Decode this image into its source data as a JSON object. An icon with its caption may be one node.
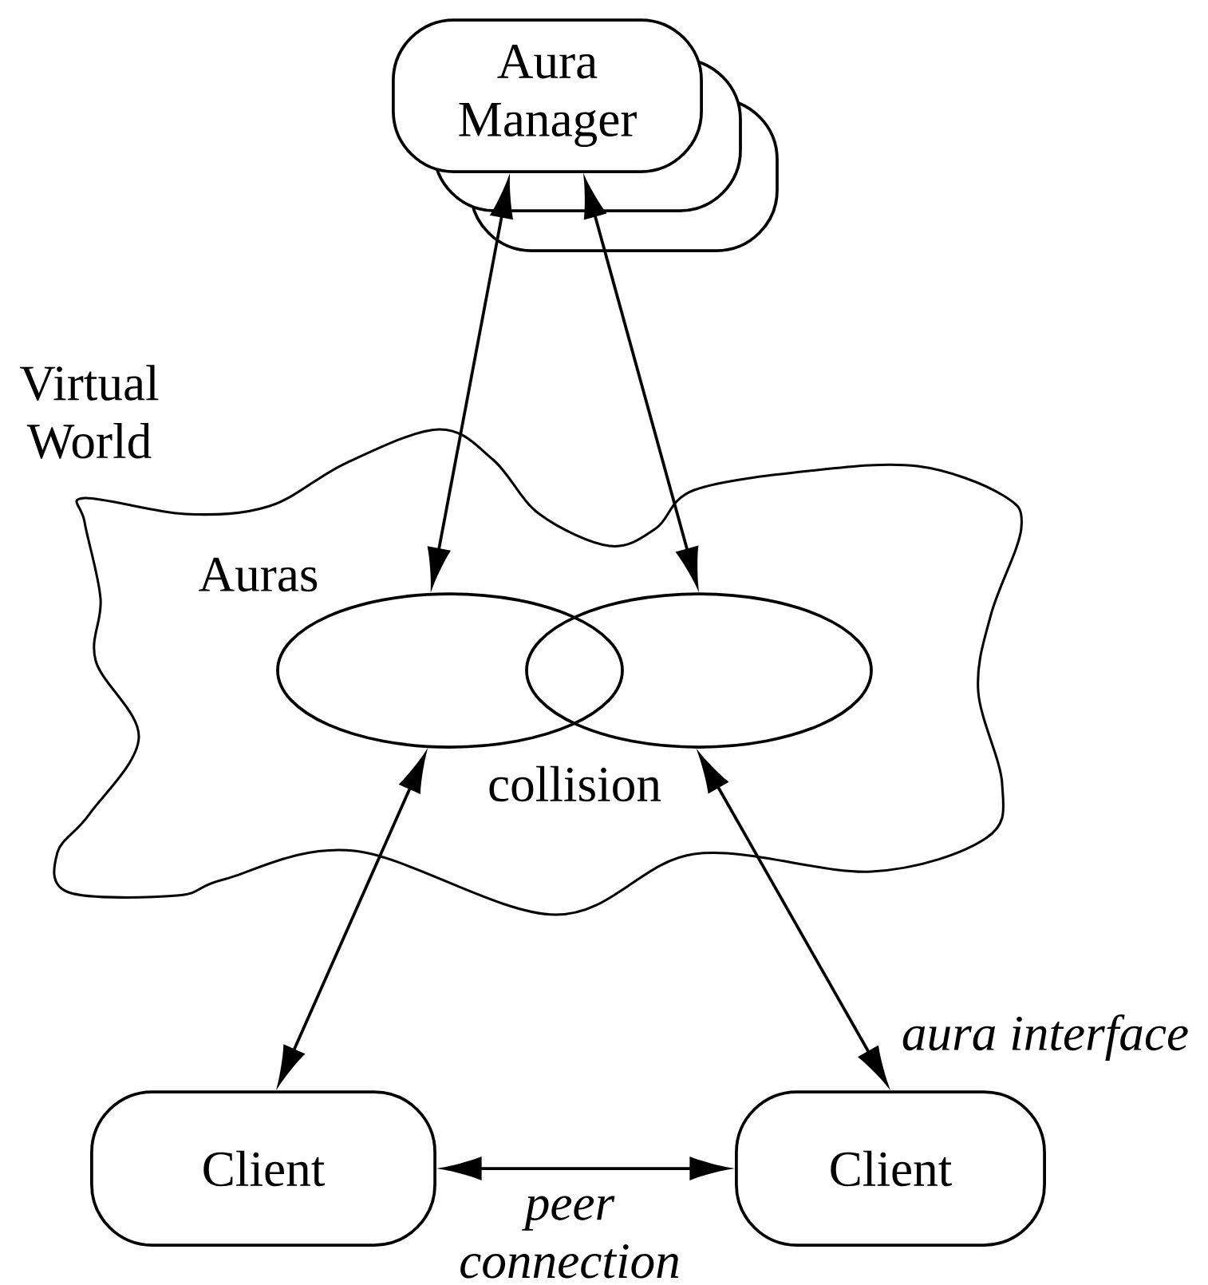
{
  "diagram": {
    "nodes": [
      {
        "text": [
          "Aura Manager"
        ]
      },
      {
        "text": [
          "Virtual World"
        ]
      },
      {
        "text": [],
        "shape": "ellipse",
        "in": 1
      },
      {
        "text": [],
        "shape": "ellipse",
        "in": 1
      },
      {
        "text": [
          "Client"
        ]
      },
      {
        "text": [
          "Client"
        ]
      }
    ],
    "edges": [
      {
        "from": 0,
        "to": 2,
        "arrow": "both"
      },
      {
        "from": 0,
        "to": 3,
        "arrow": "both"
      },
      {
        "from": 2,
        "to": 4,
        "arrow": "both"
      },
      {
        "from": 3,
        "to": 5,
        "arrow": "both",
        "label": "aura interface"
      },
      {
        "from": 4,
        "to": 5,
        "arrow": "both",
        "label": "peer connection"
      }
    ],
    "labels": [
      "Auras",
      "collision"
    ]
  }
}
